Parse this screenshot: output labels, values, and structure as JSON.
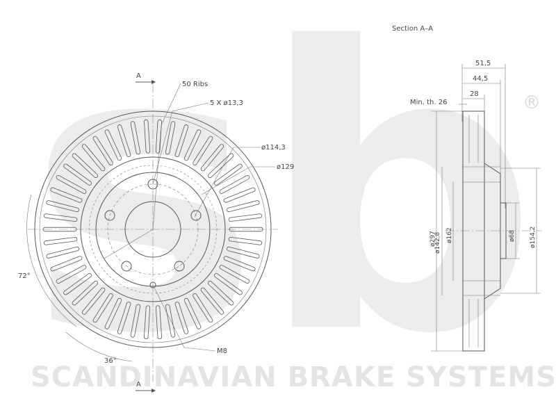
{
  "watermark": {
    "logo_text": "sbs",
    "registered_mark": "®",
    "company": "SCANDINAVIAN BRAKE SYSTEMS"
  },
  "front_view": {
    "section_marker_top": "A",
    "section_marker_bottom": "A",
    "ribs_label": "50 Ribs",
    "holes_label": "5 X ø13,3",
    "pcd_label": "ø114,3",
    "ring_label": "ø129",
    "thread_label": "M8",
    "angle_72": "72°",
    "angle_36": "36°"
  },
  "section_view": {
    "title": "Section A–A",
    "dim_overall_height": "51,5",
    "dim_hub_height": "44,5",
    "dim_thickness": "28",
    "min_thickness_label": "Min. th. 26",
    "dia_outer": "ø297",
    "dia_braking": "ø142,8",
    "dia_hub": "ø162",
    "dia_center_bore": "ø68",
    "dia_hat": "ø154,2"
  },
  "colors": {
    "line": "#555555",
    "watermark": "#e8e8e8"
  }
}
